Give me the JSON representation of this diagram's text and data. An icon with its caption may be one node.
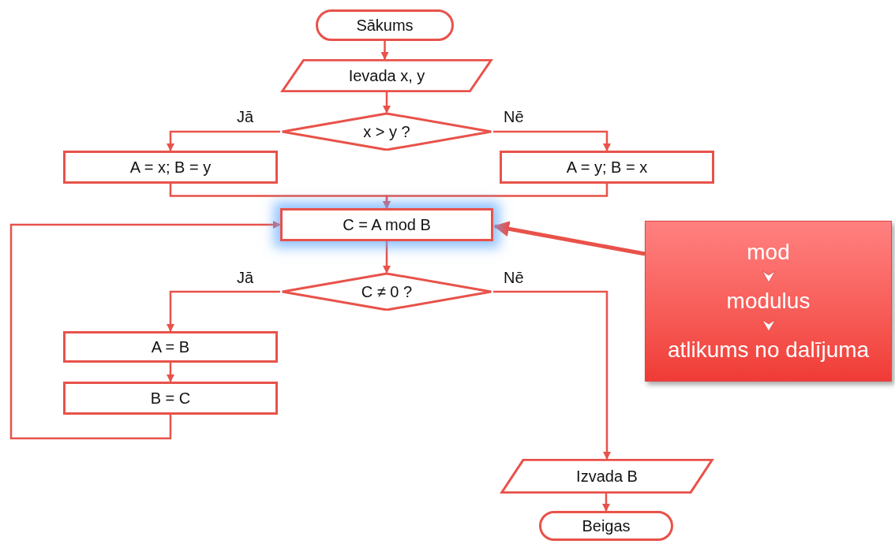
{
  "diagram": {
    "nodes": [
      {
        "text": [
          "Sākums"
        ]
      },
      {
        "text": [
          "Ievada x, y"
        ]
      },
      {
        "text": [
          "x > y ?"
        ]
      },
      {
        "text": [
          "A = x; B = y"
        ]
      },
      {
        "text": [
          "A = y; B = x"
        ]
      },
      {
        "text": [
          "C = A mod B"
        ]
      },
      {
        "text": [
          "C ≠ 0 ?"
        ]
      },
      {
        "text": [
          "A = B"
        ]
      },
      {
        "text": [
          "B = C"
        ]
      },
      {
        "text": [
          "Izvada B"
        ]
      },
      {
        "text": [
          "Beigas"
        ]
      },
      {
        "text": [
          "mod",
          "modulus",
          "atlikums no dalījuma"
        ]
      }
    ],
    "edges": [
      {
        "from": 0,
        "to": 1,
        "arrow": "to"
      },
      {
        "from": 1,
        "to": 2,
        "arrow": "to"
      },
      {
        "from": 2,
        "to": 3,
        "arrow": "to",
        "label": "Jā"
      },
      {
        "from": 2,
        "to": 4,
        "arrow": "to",
        "label": "Nē"
      },
      {
        "from": 3,
        "to": 5,
        "arrow": "to"
      },
      {
        "from": 4,
        "to": 5,
        "arrow": "to"
      },
      {
        "from": 5,
        "to": 6,
        "arrow": "to"
      },
      {
        "from": 6,
        "to": 7,
        "arrow": "to",
        "label": "Jā"
      },
      {
        "from": 7,
        "to": 8,
        "arrow": "to"
      },
      {
        "from": 8,
        "to": 5,
        "arrow": "to"
      },
      {
        "from": 6,
        "to": 9,
        "arrow": "to",
        "label": "Nē"
      },
      {
        "from": 9,
        "to": 10,
        "arrow": "to"
      },
      {
        "from": 11,
        "to": 5,
        "arrow": "to",
        "style": "thick"
      }
    ]
  }
}
